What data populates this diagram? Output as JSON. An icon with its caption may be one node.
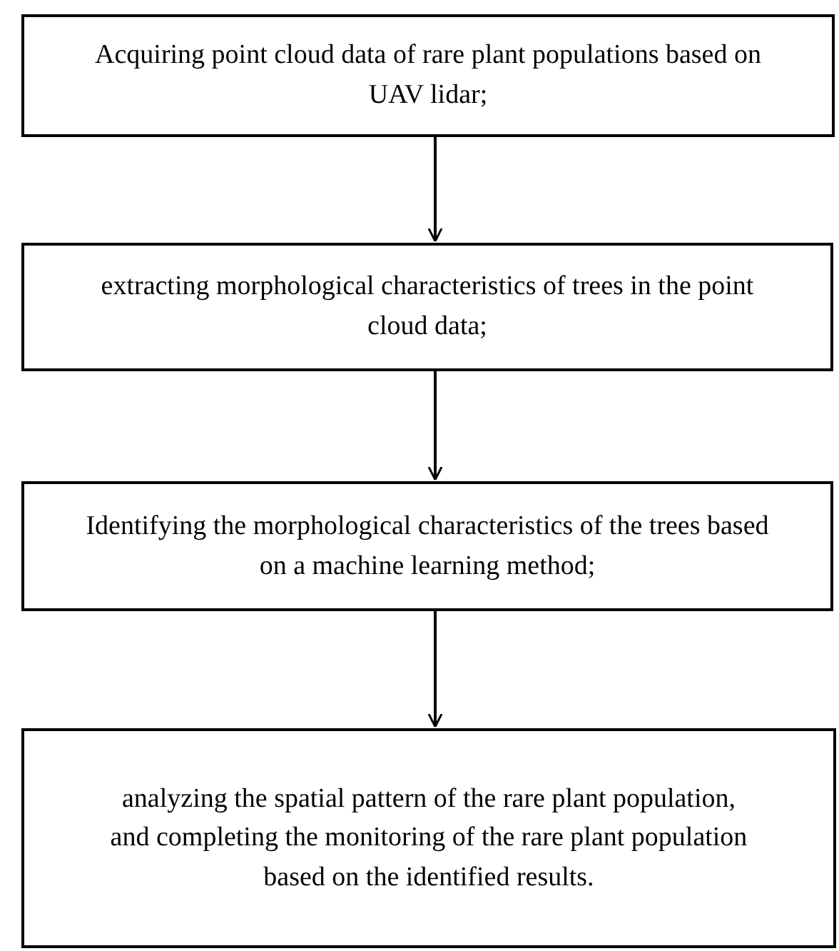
{
  "diagram": {
    "nodes": [
      {
        "text": [
          "Acquiring point cloud data of rare plant populations based on UAV lidar;"
        ]
      },
      {
        "text": [
          "extracting morphological characteristics of trees in the point cloud data;"
        ]
      },
      {
        "text": [
          "Identifying the morphological characteristics of the trees based on a machine learning method;"
        ]
      },
      {
        "text": [
          "analyzing the spatial pattern of the rare plant population, and completing the monitoring of the rare plant population based on the identified results."
        ]
      }
    ],
    "edges": [
      {
        "from": 0,
        "to": 1,
        "arrow": "to"
      },
      {
        "from": 1,
        "to": 2,
        "arrow": "to"
      },
      {
        "from": 2,
        "to": 3,
        "arrow": "to"
      }
    ]
  }
}
